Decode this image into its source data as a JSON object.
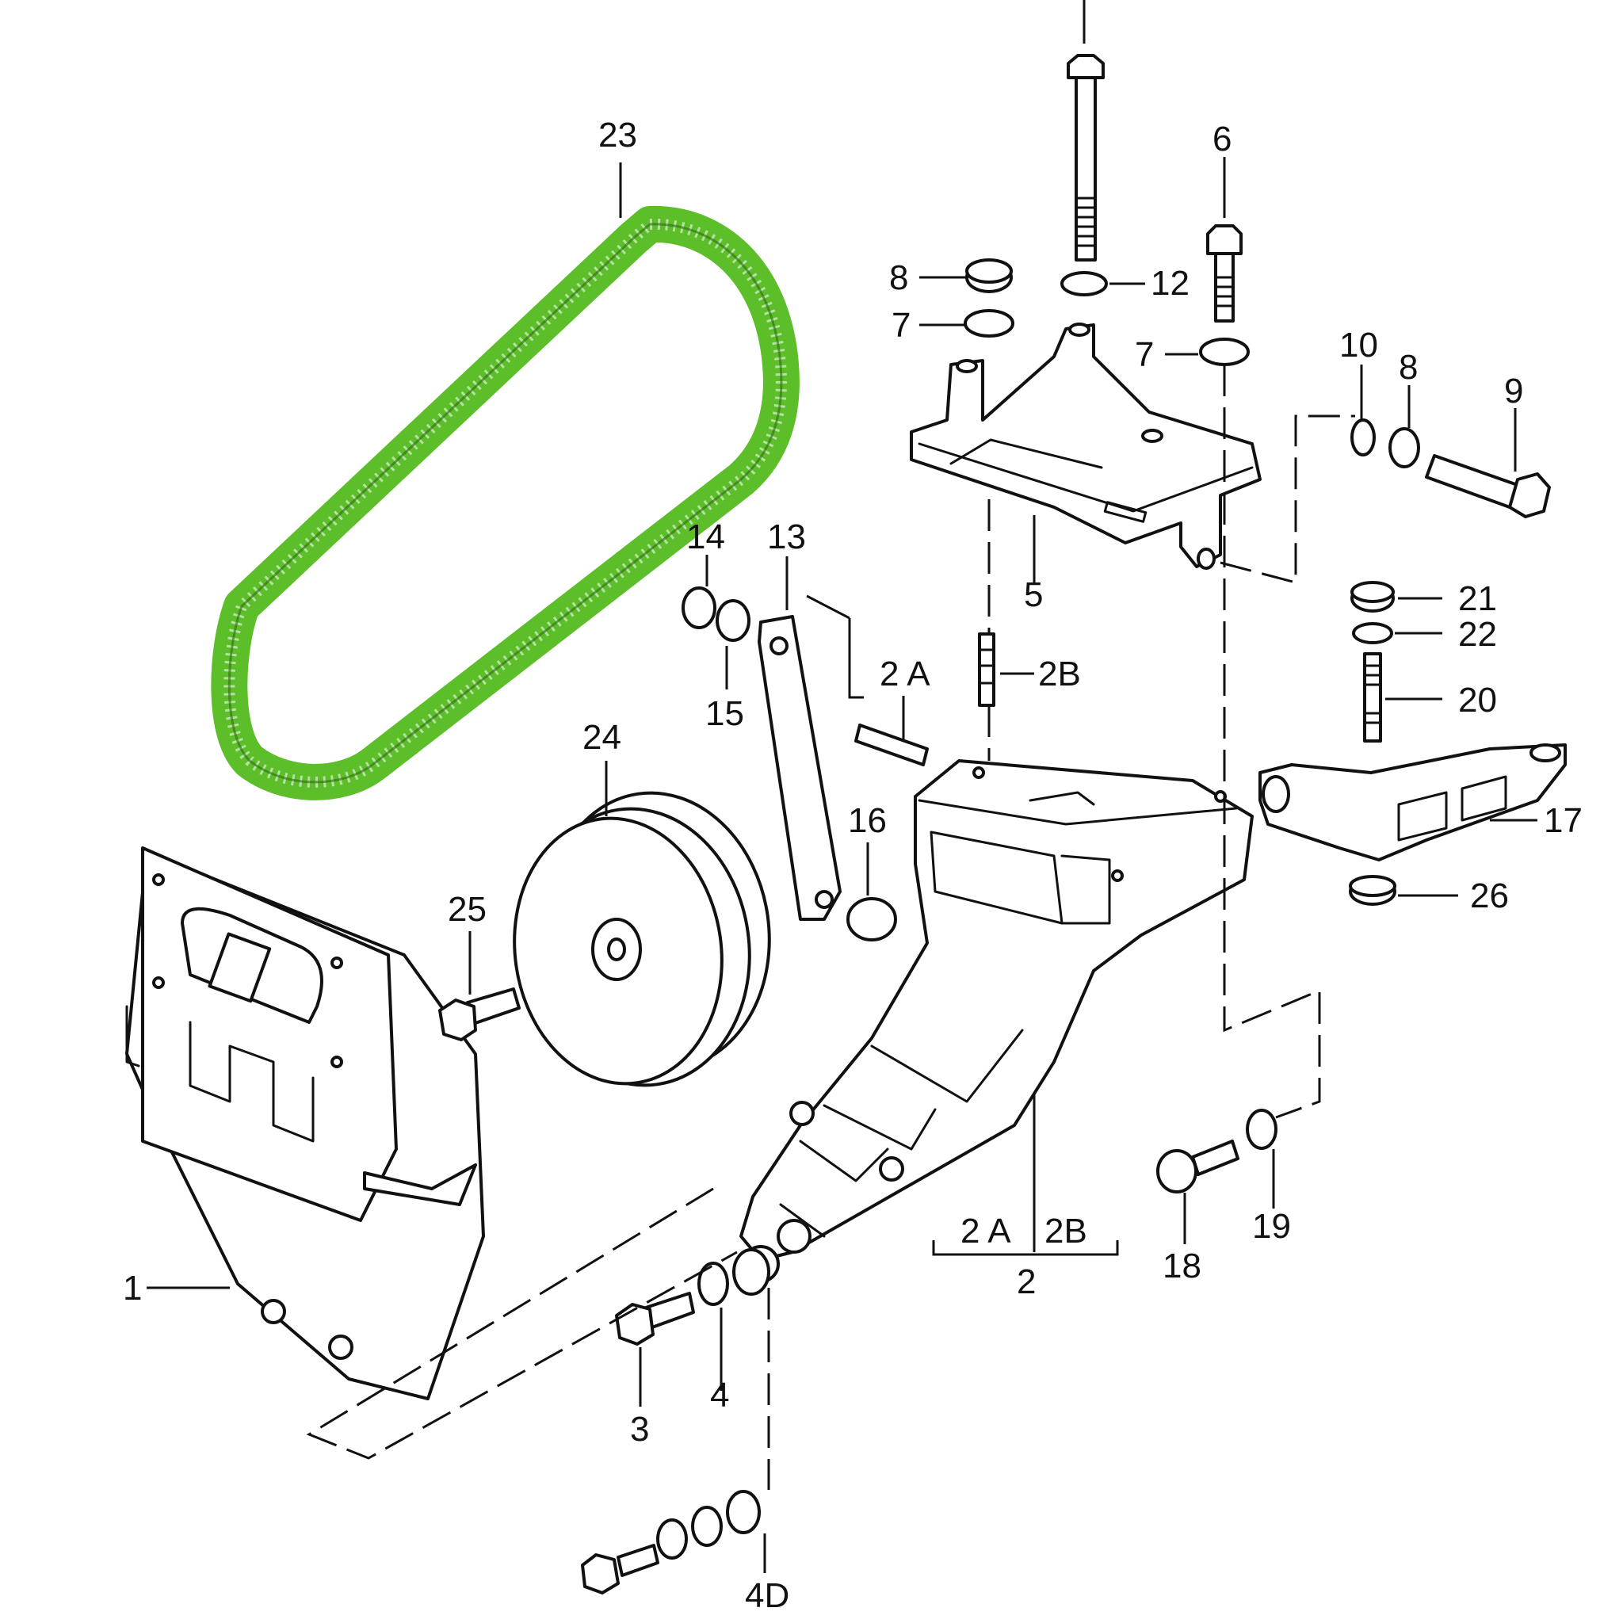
{
  "diagram": {
    "highlight_color": "#5cbf2a",
    "line_color": "#111111",
    "callouts": {
      "c1": "1",
      "c2": "2",
      "c2a_top": "2 A",
      "c2b_top": "2B",
      "c2a_bottom": "2 A",
      "c2b_bottom": "2B",
      "c3": "3",
      "c4": "4",
      "c4d": "4D",
      "c5": "5",
      "c6": "6",
      "c7_left": "7",
      "c7_right": "7",
      "c8_left": "8",
      "c8_right": "8",
      "c9": "9",
      "c10": "10",
      "c12": "12",
      "c13": "13",
      "c14": "14",
      "c15": "15",
      "c16": "16",
      "c17": "17",
      "c18": "18",
      "c19": "19",
      "c20": "20",
      "c21": "21",
      "c22": "22",
      "c23": "23",
      "c24": "24",
      "c25": "25",
      "c26": "26"
    },
    "highlighted_part": "23",
    "icons": [
      "v-belt",
      "pulley",
      "belt-guard",
      "console-bracket",
      "upper-bracket",
      "tension-strut",
      "support-bracket"
    ]
  }
}
